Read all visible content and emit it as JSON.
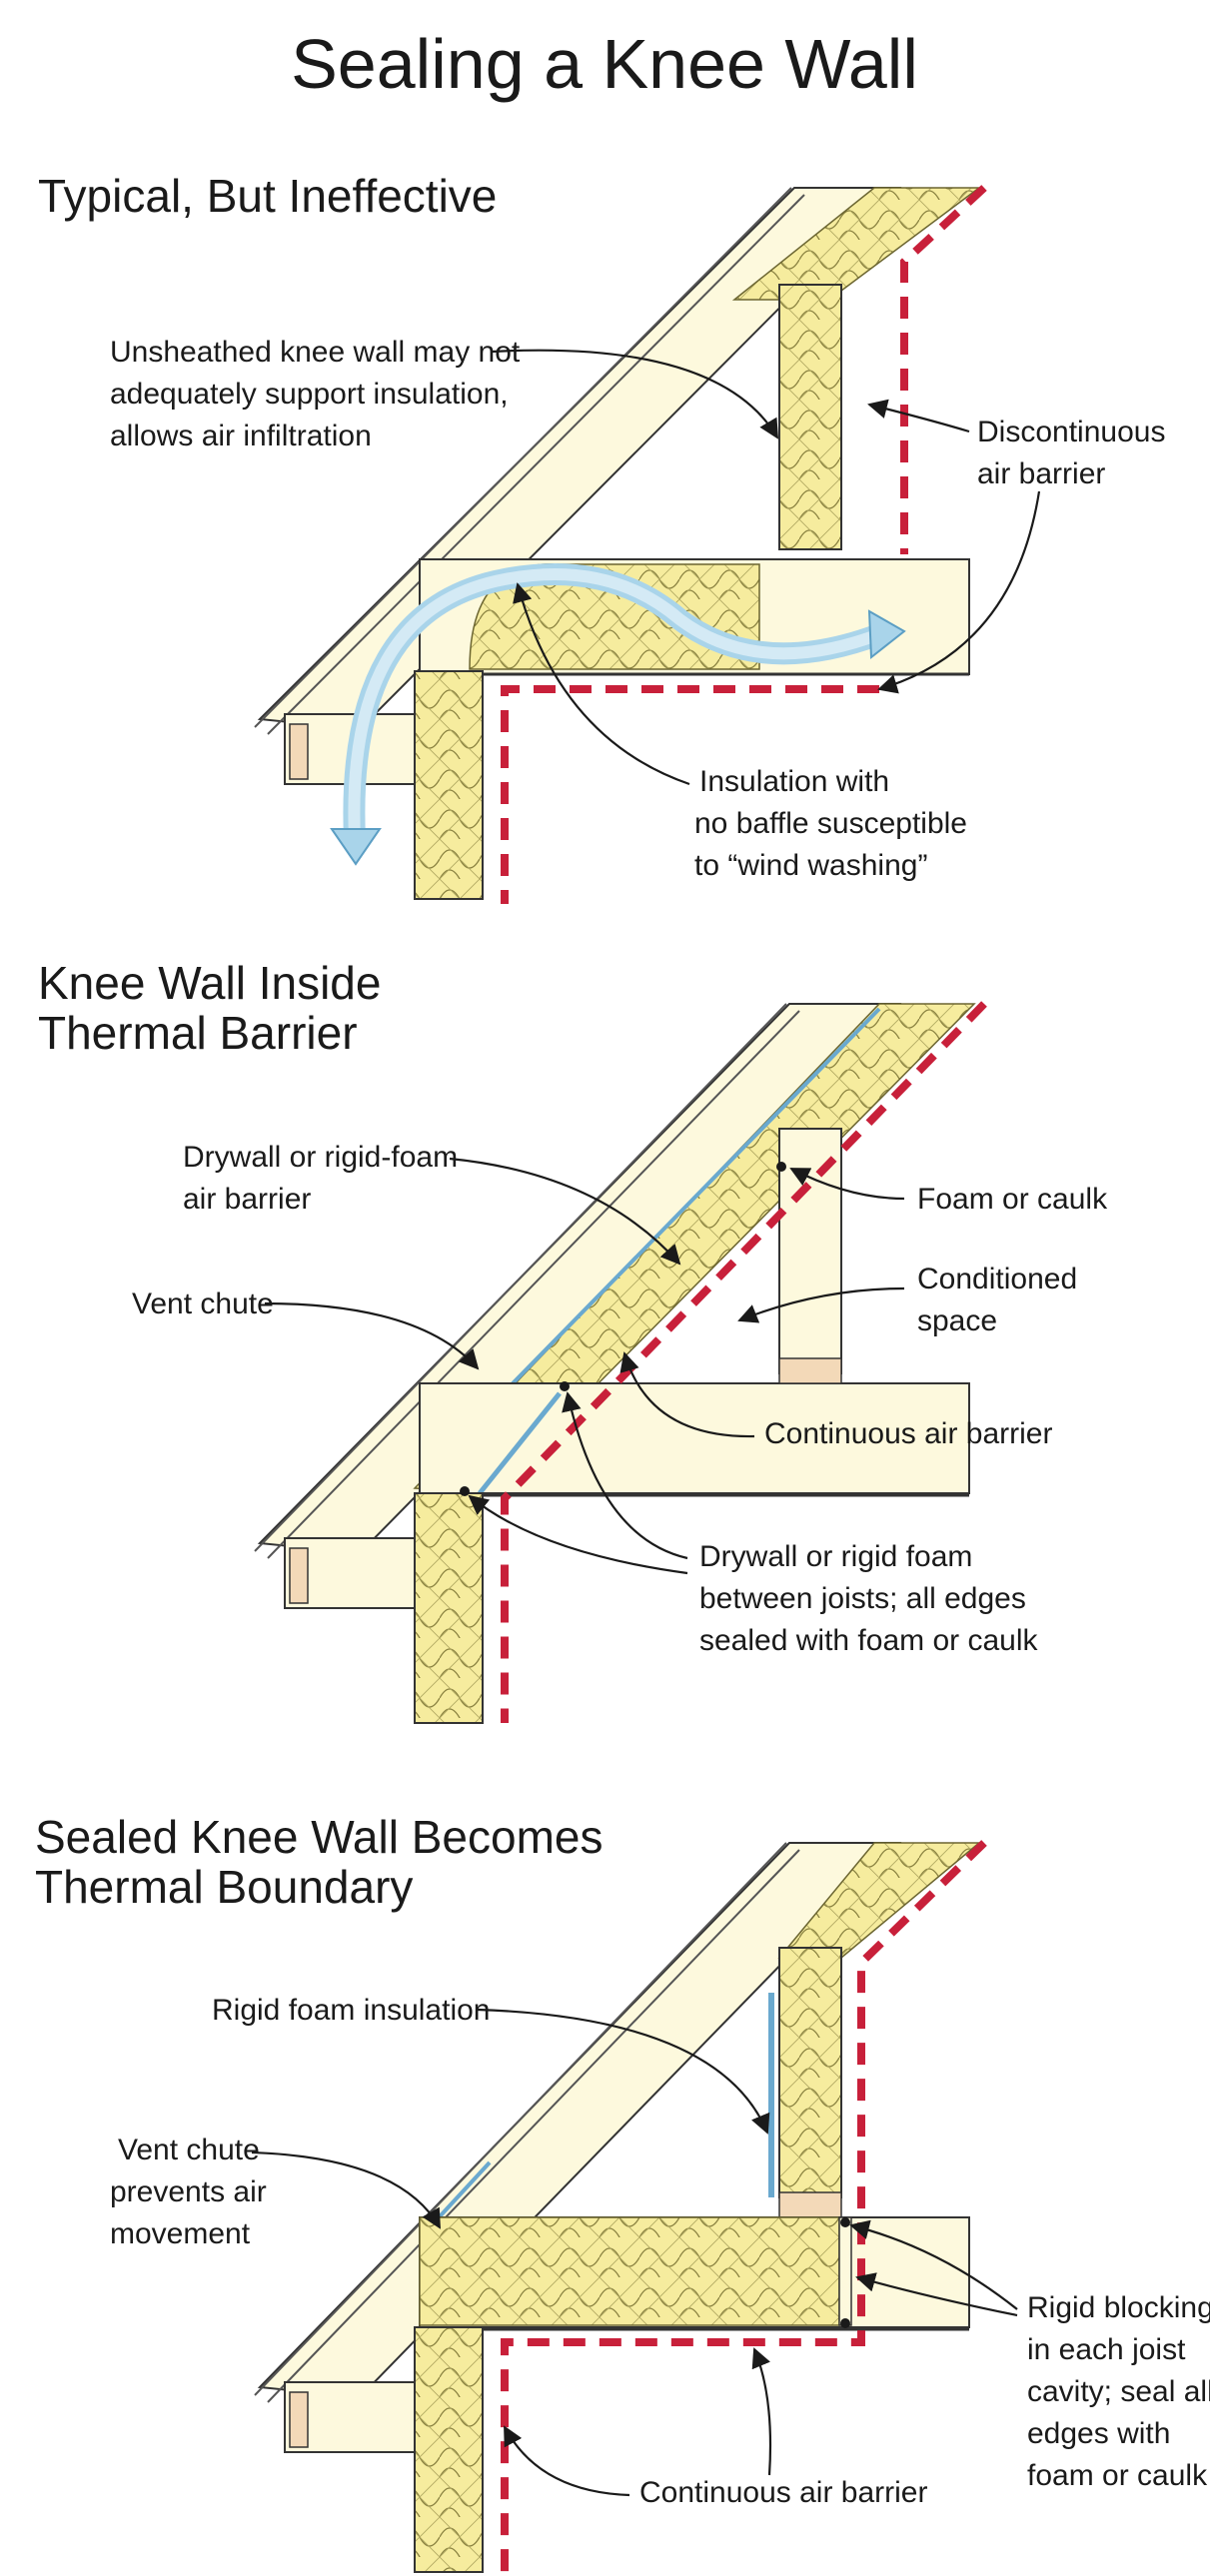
{
  "title": "Sealing  a Knee  Wall",
  "colors": {
    "air_barrier": "#c8203a",
    "insulation": "#f6ec9e",
    "lumber": "#fdf9dd",
    "airflow": "#a9d4ea"
  },
  "panels": [
    {
      "heading": [
        "Typical, But  Ineffective"
      ],
      "labels": [
        [
          "Unsheathed knee wall  may  not",
          "adequately   support  insulation,",
          "allows air infiltration"
        ],
        [
          "Discontinuous",
          "air barrier"
        ],
        [
          "Insulation with",
          "no baffle susceptible",
          "to “wind washing”"
        ]
      ]
    },
    {
      "heading": [
        "Knee  Wall  Inside",
        "Thermal Barrier"
      ],
      "labels": [
        [
          "Drywall or rigid-foam",
          "air barrier"
        ],
        [
          "Foam or caulk"
        ],
        [
          "Vent chute"
        ],
        [
          "Conditioned",
          "space"
        ],
        [
          "Continuous air barrier"
        ],
        [
          "Drywall or rigid foam",
          "between joists; all edges",
          "sealed with  foam or caulk"
        ]
      ]
    },
    {
      "heading": [
        "Sealed  Knee  Wall  Becomes",
        "Thermal Boundary"
      ],
      "labels": [
        [
          "Rigid foam insulation"
        ],
        [
          "Vent chute",
          "prevents air",
          "movement"
        ],
        [
          "Rigid blocking",
          "in each joist",
          "cavity; seal all",
          "edges with",
          "foam or caulk"
        ],
        [
          "Continuous air barrier"
        ]
      ]
    }
  ]
}
